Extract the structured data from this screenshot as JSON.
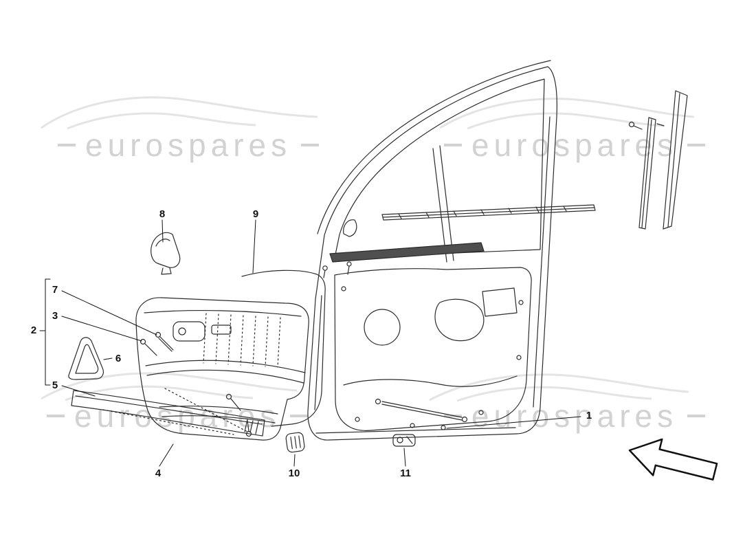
{
  "watermark": {
    "text": "eurospares",
    "color": "#d2d2d2"
  },
  "part_labels": {
    "p1": "1",
    "p2": "2",
    "p3": "3",
    "p4": "4",
    "p5": "5",
    "p6": "6",
    "p7": "7",
    "p8": "8",
    "p9": "9",
    "p10": "10",
    "p11": "11"
  },
  "icons": {
    "direction_arrow": "outline-block-arrow-pointing-upper-left"
  },
  "diagram": {
    "subject": "front door inner trim and window frame parts diagram",
    "line_color": "#2b2b2b"
  }
}
